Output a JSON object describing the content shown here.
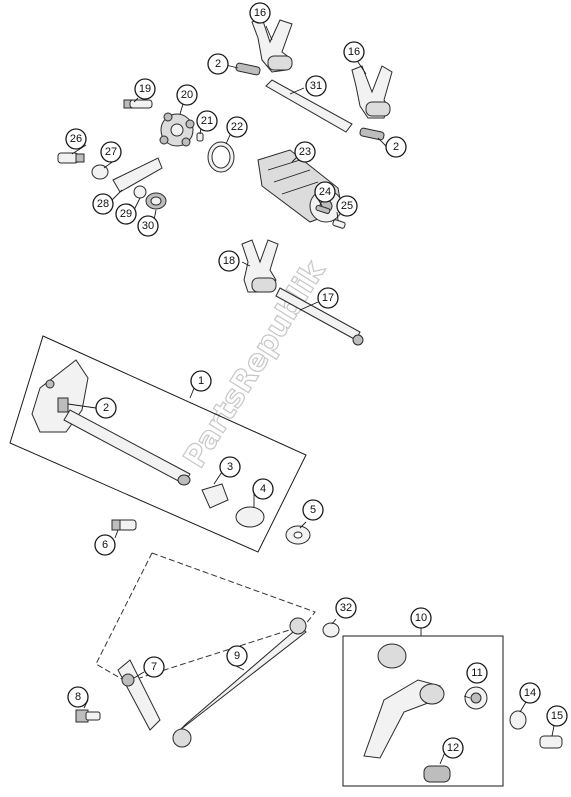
{
  "watermark": "PartsRepublik",
  "callouts": {
    "c1": "1",
    "c2a": "2",
    "c2b": "2",
    "c2c": "2",
    "c3": "3",
    "c4": "4",
    "c5": "5",
    "c6": "6",
    "c7": "7",
    "c8": "8",
    "c9": "9",
    "c10": "10",
    "c11": "11",
    "c12": "12",
    "c14": "14",
    "c15": "15",
    "c16a": "16",
    "c16b": "16",
    "c17": "17",
    "c18": "18",
    "c19": "19",
    "c20": "20",
    "c21": "21",
    "c22": "22",
    "c23": "23",
    "c24": "24",
    "c25": "25",
    "c26": "26",
    "c27": "27",
    "c28": "28",
    "c29": "29",
    "c30": "30",
    "c31": "31",
    "c32": "32"
  },
  "colors": {
    "line": "#1a1a1a",
    "part_fill": "#f2f2f2",
    "part_shade": "#bdbdbd",
    "watermark": "#b8b8b8"
  }
}
